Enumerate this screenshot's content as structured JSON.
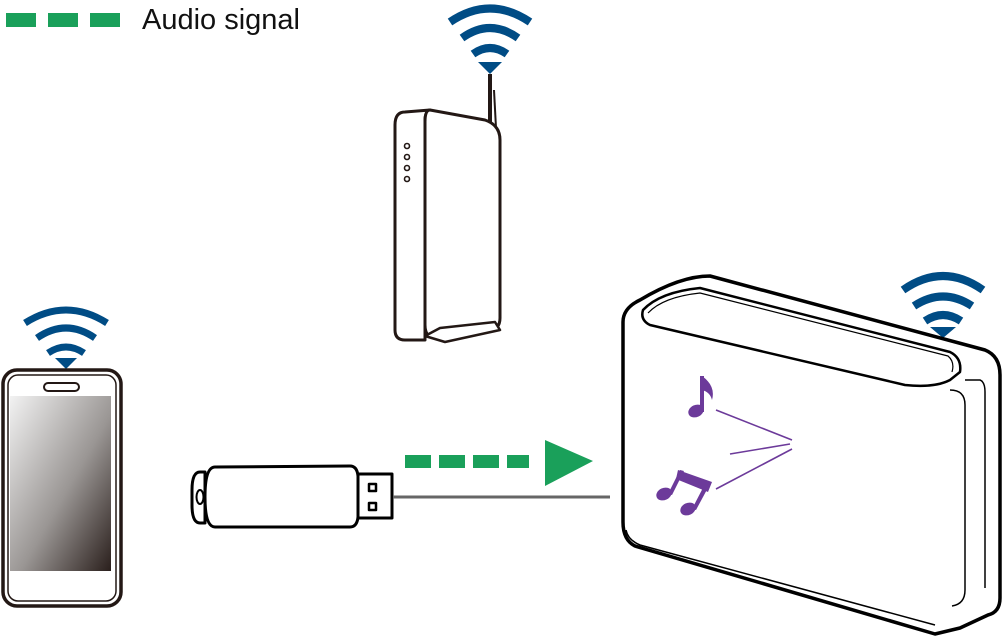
{
  "legend": {
    "label": "Audio signal",
    "dash_count": 3,
    "color": "#1aa05a"
  },
  "devices": {
    "router": {
      "name": "Wireless router",
      "has_wifi": true,
      "indicator_lights": 4
    },
    "phone": {
      "name": "Mobile device",
      "has_wifi": true
    },
    "usb": {
      "name": "USB flash drive"
    },
    "speaker": {
      "name": "Wireless speaker",
      "has_wifi": true,
      "music_notes": 2
    }
  },
  "signal_arrow": {
    "color": "#1aa05a",
    "dash_count": 4,
    "direction": "right"
  },
  "colors": {
    "wifi": "#004c85",
    "outline": "#231815",
    "notes": "#6c3a9a",
    "cable": "#666666",
    "audio": "#1aa05a"
  }
}
